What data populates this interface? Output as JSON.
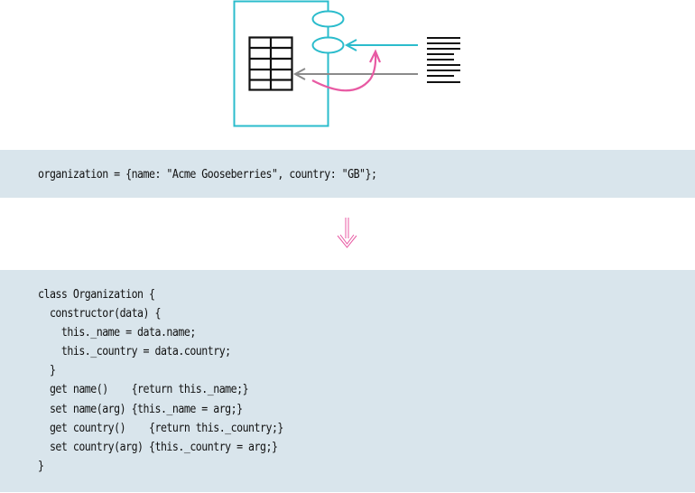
{
  "diagram": {
    "description": "Record encapsulation: object with accessor methods wraps a table; text record feeds in via accessor",
    "colors": {
      "object_outline": "#2bbccc",
      "data_arrow": "#8a8a8a",
      "transform_arrow": "#e85aa3",
      "table": "#111111",
      "code_background": "#d9e5ec"
    }
  },
  "code_before": "organization = {name: \"Acme Gooseberries\", country: \"GB\"};",
  "code_after": "class Organization {\n  constructor(data) {\n    this._name = data.name;\n    this._country = data.country;\n  }\n  get name()    {return this._name;}\n  set name(arg) {this._name = arg;}\n  get country()    {return this._country;}\n  set country(arg) {this._country = arg;}\n}"
}
